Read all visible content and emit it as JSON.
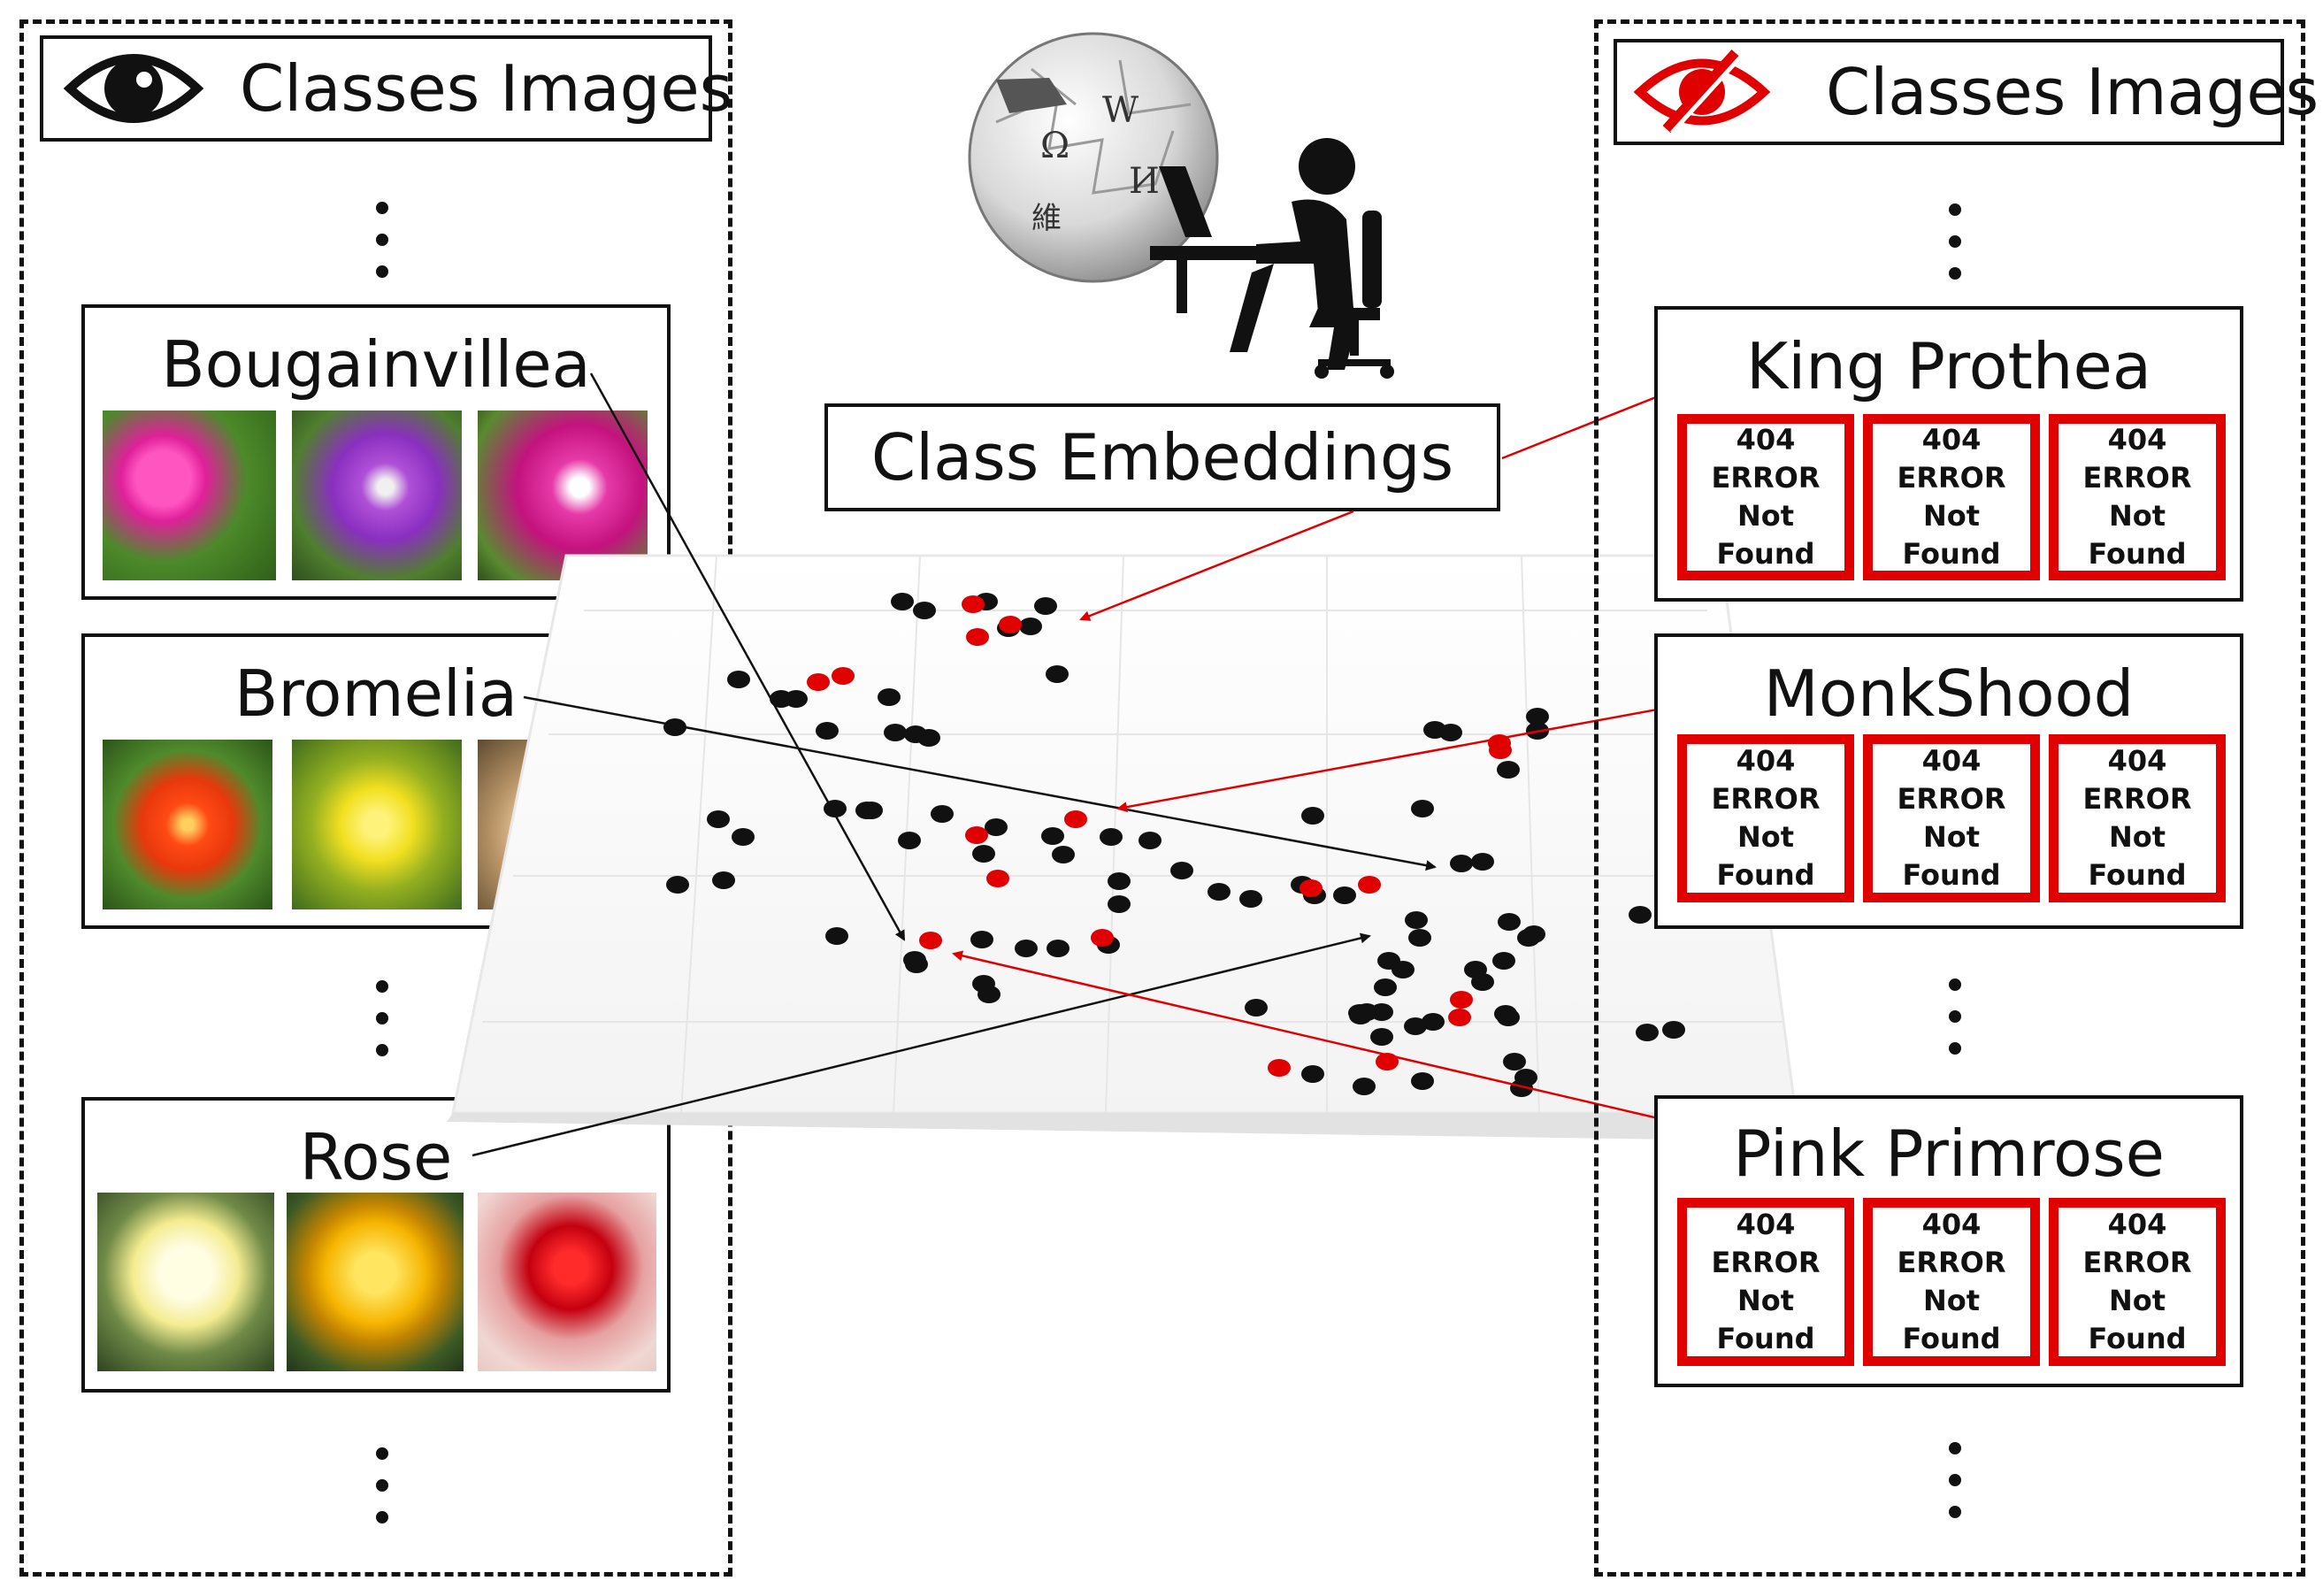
{
  "left_panel": {
    "header": {
      "label": "Classes Images",
      "icon": "eye-icon"
    },
    "classes": [
      {
        "name": "Bougainvillea",
        "colors": [
          "magenta",
          "purple",
          "magenta-white"
        ]
      },
      {
        "name": "Bromelia",
        "colors": [
          "orange-red",
          "yellow",
          "beige"
        ]
      },
      {
        "name": "Rose",
        "colors": [
          "white-yellow",
          "yellow",
          "red"
        ]
      }
    ]
  },
  "right_panel": {
    "header": {
      "label": "Classes Images",
      "icon": "crossed-eye-icon",
      "icon_color": "#e00000"
    },
    "classes": [
      {
        "name": "King Prothea"
      },
      {
        "name": "MonkShood"
      },
      {
        "name": "Pink Primrose"
      }
    ],
    "error_box": {
      "line1": "404",
      "line2": "ERROR",
      "line3": "Not",
      "line4": "Found"
    }
  },
  "center": {
    "embeddings_label": "Class Embeddings",
    "icons": [
      "wikipedia-globe-icon",
      "person-at-computer-icon"
    ],
    "seen_color": "#111111",
    "unseen_color": "#e00000"
  }
}
